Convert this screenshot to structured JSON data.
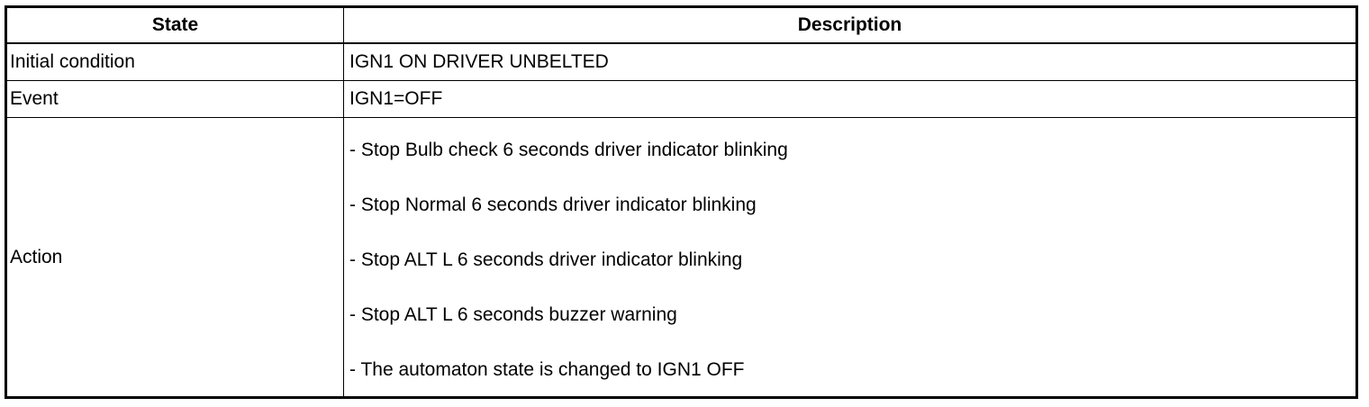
{
  "table": {
    "headers": {
      "state": "State",
      "description": "Description"
    },
    "rows": {
      "initial": {
        "state": "Initial condition",
        "description": "IGN1 ON DRIVER UNBELTED"
      },
      "event": {
        "state": "Event",
        "description": "IGN1=OFF"
      },
      "action": {
        "state": "Action",
        "items": [
          "-  Stop Bulb check 6 seconds driver indicator blinking",
          "-  Stop Normal 6 seconds driver indicator blinking",
          "-  Stop ALT L 6 seconds driver indicator blinking",
          "-  Stop ALT L 6 seconds buzzer warning",
          "-  The automaton state is changed to IGN1 OFF"
        ]
      }
    }
  }
}
